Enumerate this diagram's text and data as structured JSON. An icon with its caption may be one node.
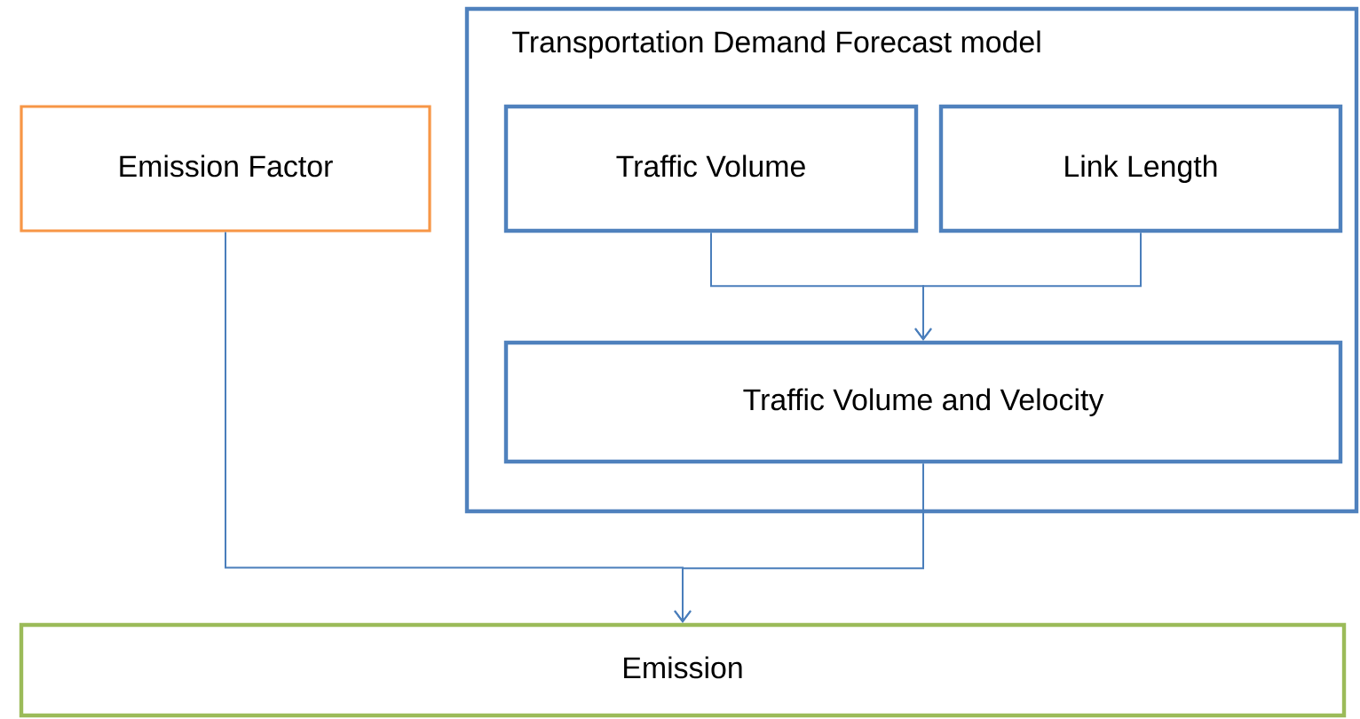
{
  "diagram": {
    "nodes": [
      {
        "text": [
          "Emission Factor"
        ]
      },
      {
        "text": [
          "Transportation Demand Forecast model"
        ]
      },
      {
        "text": [
          "Traffic Volume"
        ],
        "in": 1
      },
      {
        "text": [
          "Link Length"
        ],
        "in": 1
      },
      {
        "text": [
          "Traffic Volume and Velocity"
        ],
        "in": 1
      },
      {
        "text": [
          "Emission"
        ]
      }
    ],
    "edges": [
      {
        "from": 2,
        "to": 4,
        "arrow": "to"
      },
      {
        "from": 3,
        "to": 4,
        "arrow": "to"
      },
      {
        "from": 0,
        "to": 5,
        "arrow": "to"
      },
      {
        "from": 4,
        "to": 5,
        "arrow": "to"
      }
    ]
  }
}
